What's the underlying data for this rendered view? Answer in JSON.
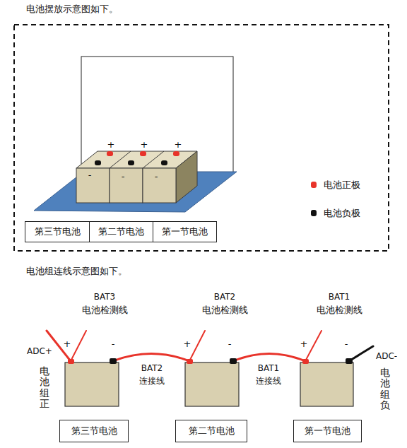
{
  "diagram": {
    "nodes": [
      {
        "text": [
          "第三节电池"
        ]
      },
      {
        "text": [
          "第二节电池"
        ]
      },
      {
        "text": [
          "第一节电池"
        ]
      },
      {
        "text": [
          "第三节电池"
        ]
      },
      {
        "text": [
          "第二节电池"
        ]
      },
      {
        "text": [
          "第一节电池"
        ]
      }
    ],
    "labels": [
      "电池摆放示意图如下。",
      "+",
      "+",
      "+",
      "-",
      "-",
      "-",
      "电池组连线示意图如下。",
      "BAT3",
      "电池检测线",
      "BAT2",
      "电池检测线",
      "BAT1",
      "电池检测线",
      "ADC+",
      "+",
      "-",
      "+",
      "-",
      "+",
      "-",
      "电池组正",
      "BAT2",
      "连接线",
      "BAT1",
      "连接线",
      "ADC-",
      "电池组负"
    ],
    "legend": [
      {
        "text": "电池正极",
        "color": "#e8332a"
      },
      {
        "text": "电池负极",
        "color": "#111111"
      }
    ]
  }
}
